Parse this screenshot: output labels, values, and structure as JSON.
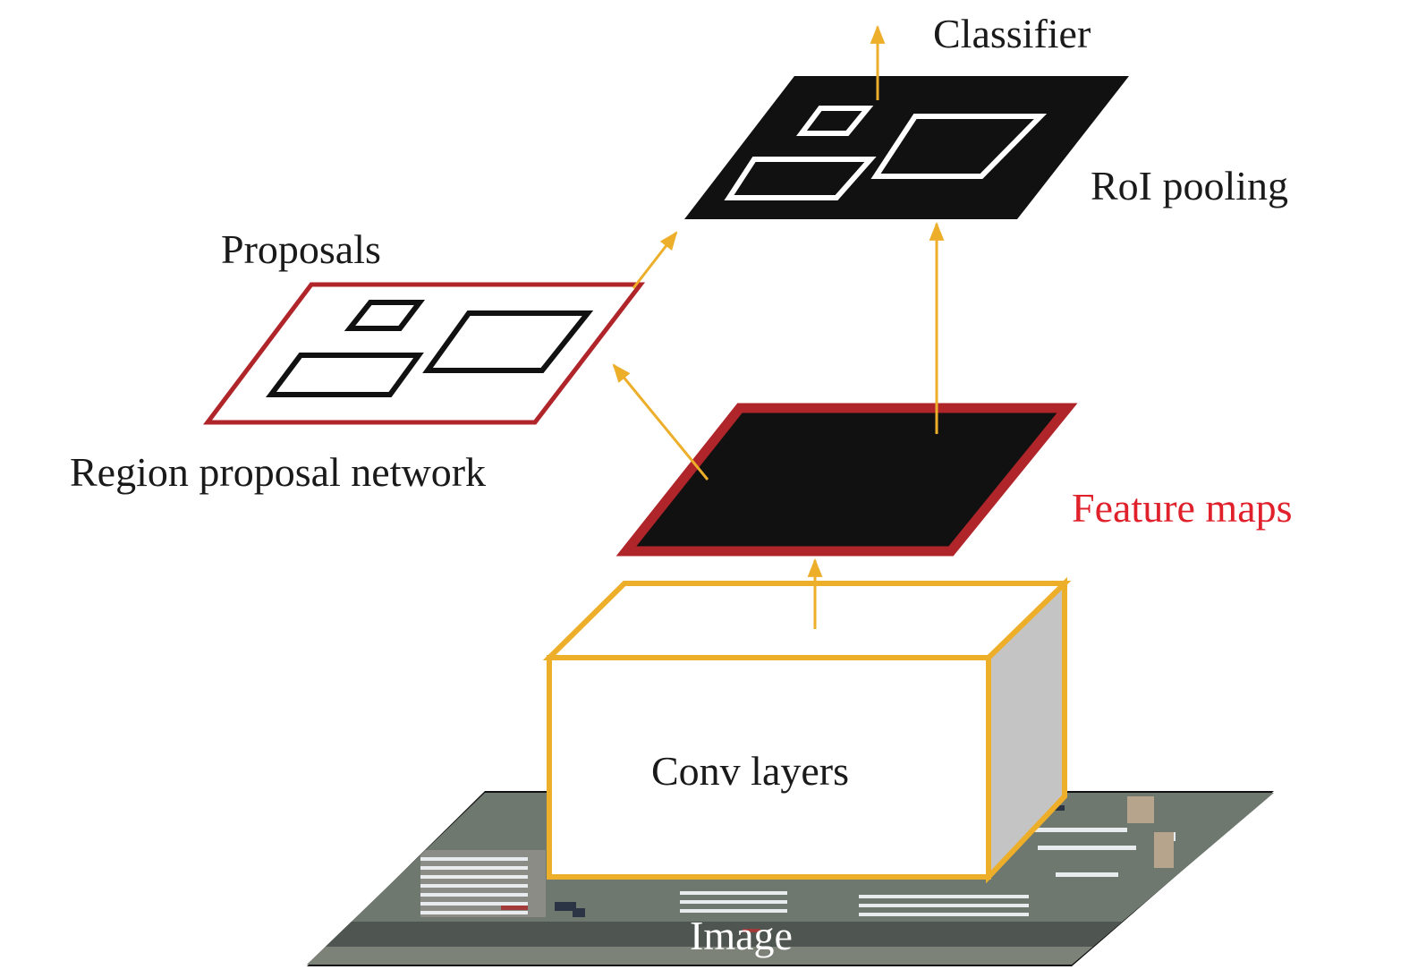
{
  "diagram": {
    "title": "Faster R-CNN architecture",
    "labels": {
      "classifier": "Classifier",
      "roi_pooling": "RoI pooling",
      "proposals": "Proposals",
      "rpn": "Region proposal network",
      "feature_maps": "Feature maps",
      "conv_layers": "Conv layers",
      "image": "Image"
    },
    "nodes": [
      {
        "id": "image",
        "label": "Image",
        "kind": "aerial-photo-plane"
      },
      {
        "id": "conv",
        "label": "Conv layers",
        "kind": "box"
      },
      {
        "id": "features",
        "label": "Feature maps",
        "kind": "plane"
      },
      {
        "id": "rpn",
        "label": "Region proposal network",
        "kind": "plane",
        "caption": "Proposals"
      },
      {
        "id": "roi",
        "label": "RoI pooling",
        "kind": "plane"
      },
      {
        "id": "classifier",
        "label": "Classifier",
        "kind": "output"
      }
    ],
    "edges": [
      {
        "from": "conv",
        "to": "features"
      },
      {
        "from": "features",
        "to": "rpn"
      },
      {
        "from": "rpn",
        "to": "roi"
      },
      {
        "from": "features",
        "to": "roi"
      },
      {
        "from": "roi",
        "to": "classifier"
      }
    ],
    "colors": {
      "arrow": "#EDAE2A",
      "feature_border": "#B0252A",
      "feature_label": "#E0202A",
      "plane_fill": "#111111",
      "box_side": "#C4C4C4",
      "text": "#1a1a1a",
      "image_label": "#ffffff"
    }
  }
}
